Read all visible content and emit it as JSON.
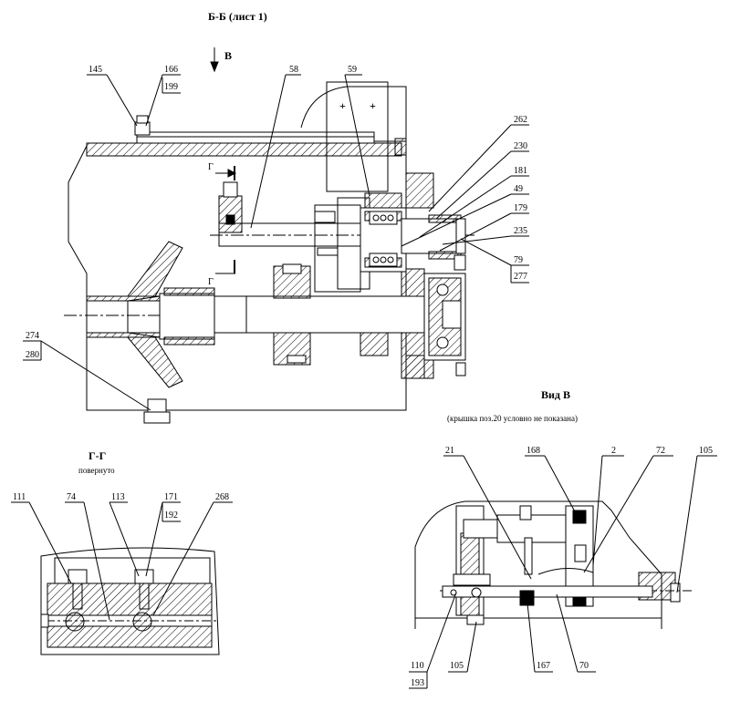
{
  "titles": {
    "section_bb": "Б-Б (лист 1)",
    "arrow_v": "В",
    "view_v": "Вид В",
    "view_v_note": "(крышка поз.20 условно не показана)",
    "section_gg": "Г-Г",
    "section_gg_note": "повернуто",
    "cut_g_top": "Г",
    "cut_g_bottom": "Г"
  },
  "callouts_main": {
    "c145": "145",
    "c166": "166",
    "c199": "199",
    "c58": "58",
    "c59": "59",
    "c262": "262",
    "c230": "230",
    "c181": "181",
    "c49": "49",
    "c179": "179",
    "c235": "235",
    "c79": "79",
    "c277": "277",
    "c274": "274",
    "c280": "280"
  },
  "callouts_gg": {
    "c111": "111",
    "c74": "74",
    "c113": "113",
    "c171": "171",
    "c192": "192",
    "c268": "268"
  },
  "callouts_v": {
    "c21": "21",
    "c168": "168",
    "c2": "2",
    "c72": "72",
    "c105a": "105",
    "c110": "110",
    "c193": "193",
    "c105b": "105",
    "c167": "167",
    "c70": "70"
  },
  "plus_marks": [
    "+",
    "+"
  ]
}
